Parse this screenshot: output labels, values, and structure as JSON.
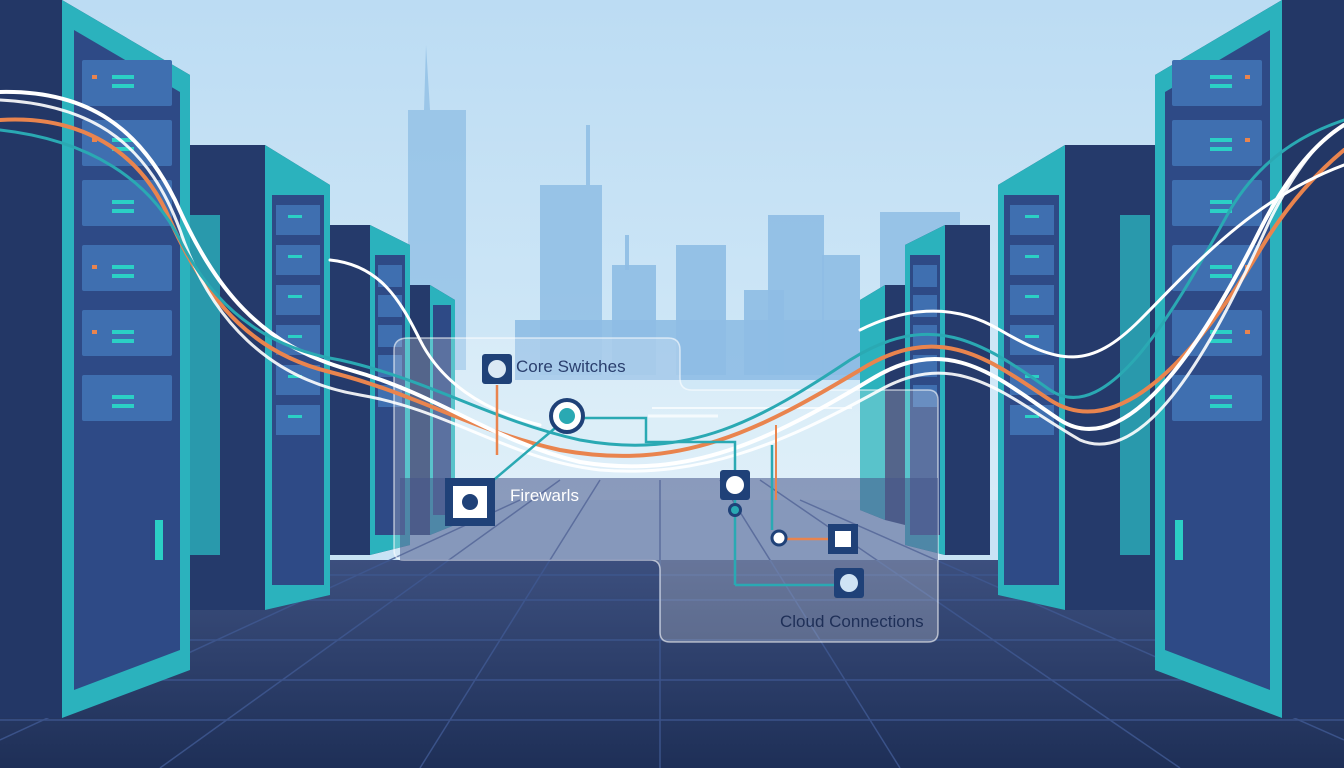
{
  "labels": {
    "core_switches": "Core Switches",
    "firewalls": "Firewarls",
    "cloud_connections": "Cloud Connections"
  },
  "colors": {
    "sky_top": "#bcdcf3",
    "sky_bottom": "#d3e9f7",
    "skyline": "#8ebde4",
    "rack_dark": "#253a6b",
    "rack_face": "#2e4a86",
    "rack_edge": "#2bb2bd",
    "floor": "#233660",
    "cable_orange": "#e9844e",
    "cable_white": "#ffffff",
    "cable_teal": "#2aa9b3",
    "node_navy": "#1f4178",
    "panel_fill": "#ffffff"
  },
  "icons": [
    "server-rack-icon",
    "node-square-icon",
    "node-circle-icon",
    "hub-circle-icon"
  ]
}
